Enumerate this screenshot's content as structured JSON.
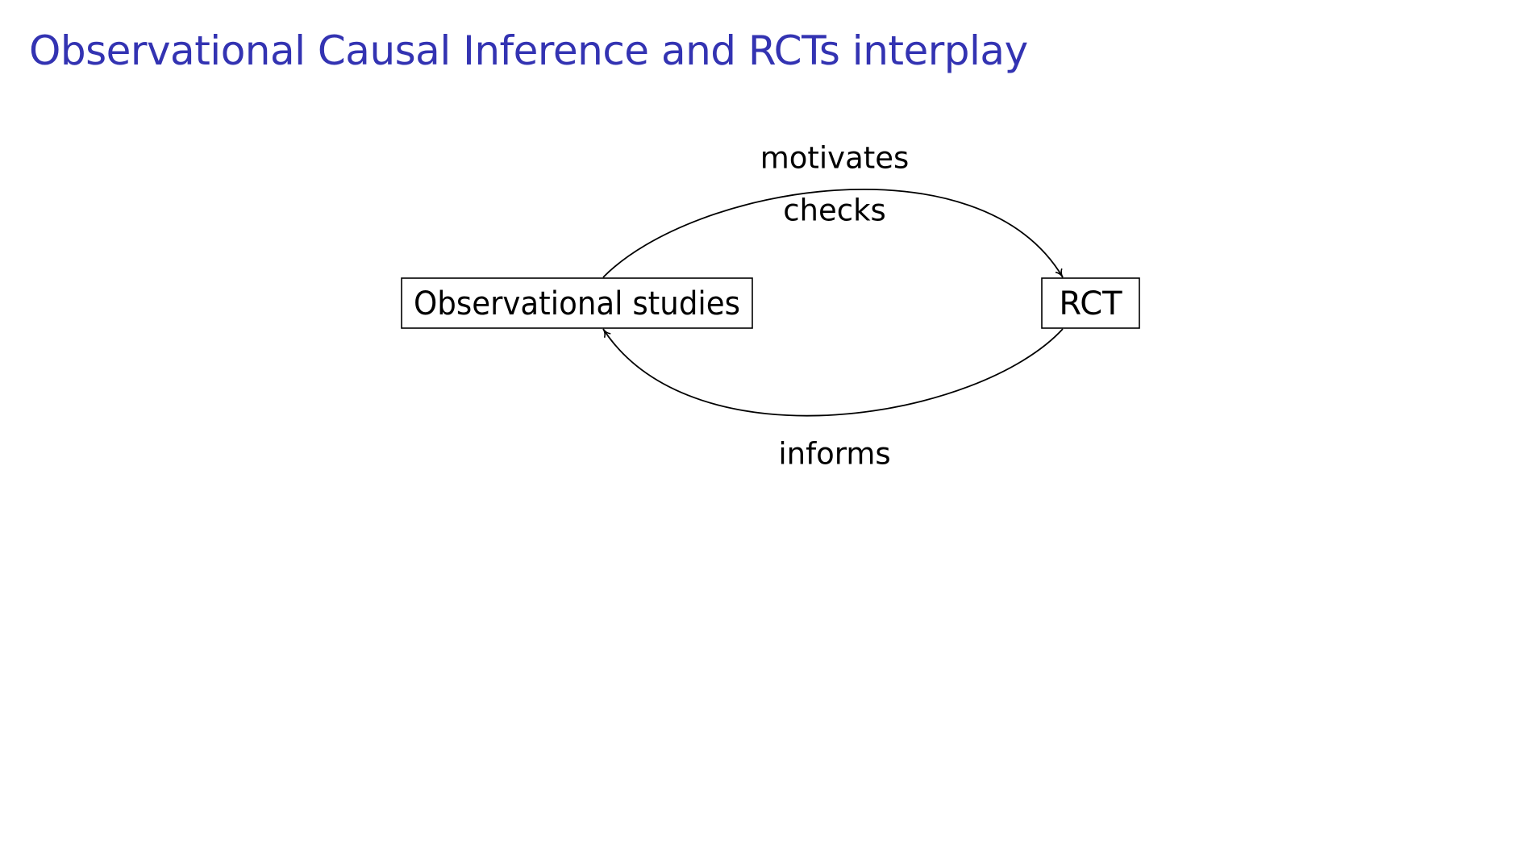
{
  "slide": {
    "title": "Observational Causal Inference and RCTs interplay",
    "title_color": "#3333b2"
  },
  "diagram": {
    "nodes": {
      "observational": "Observational studies",
      "rct": "RCT"
    },
    "edges": {
      "top_label_1": "motivates",
      "top_label_2": "checks",
      "bottom_label": "informs"
    }
  }
}
